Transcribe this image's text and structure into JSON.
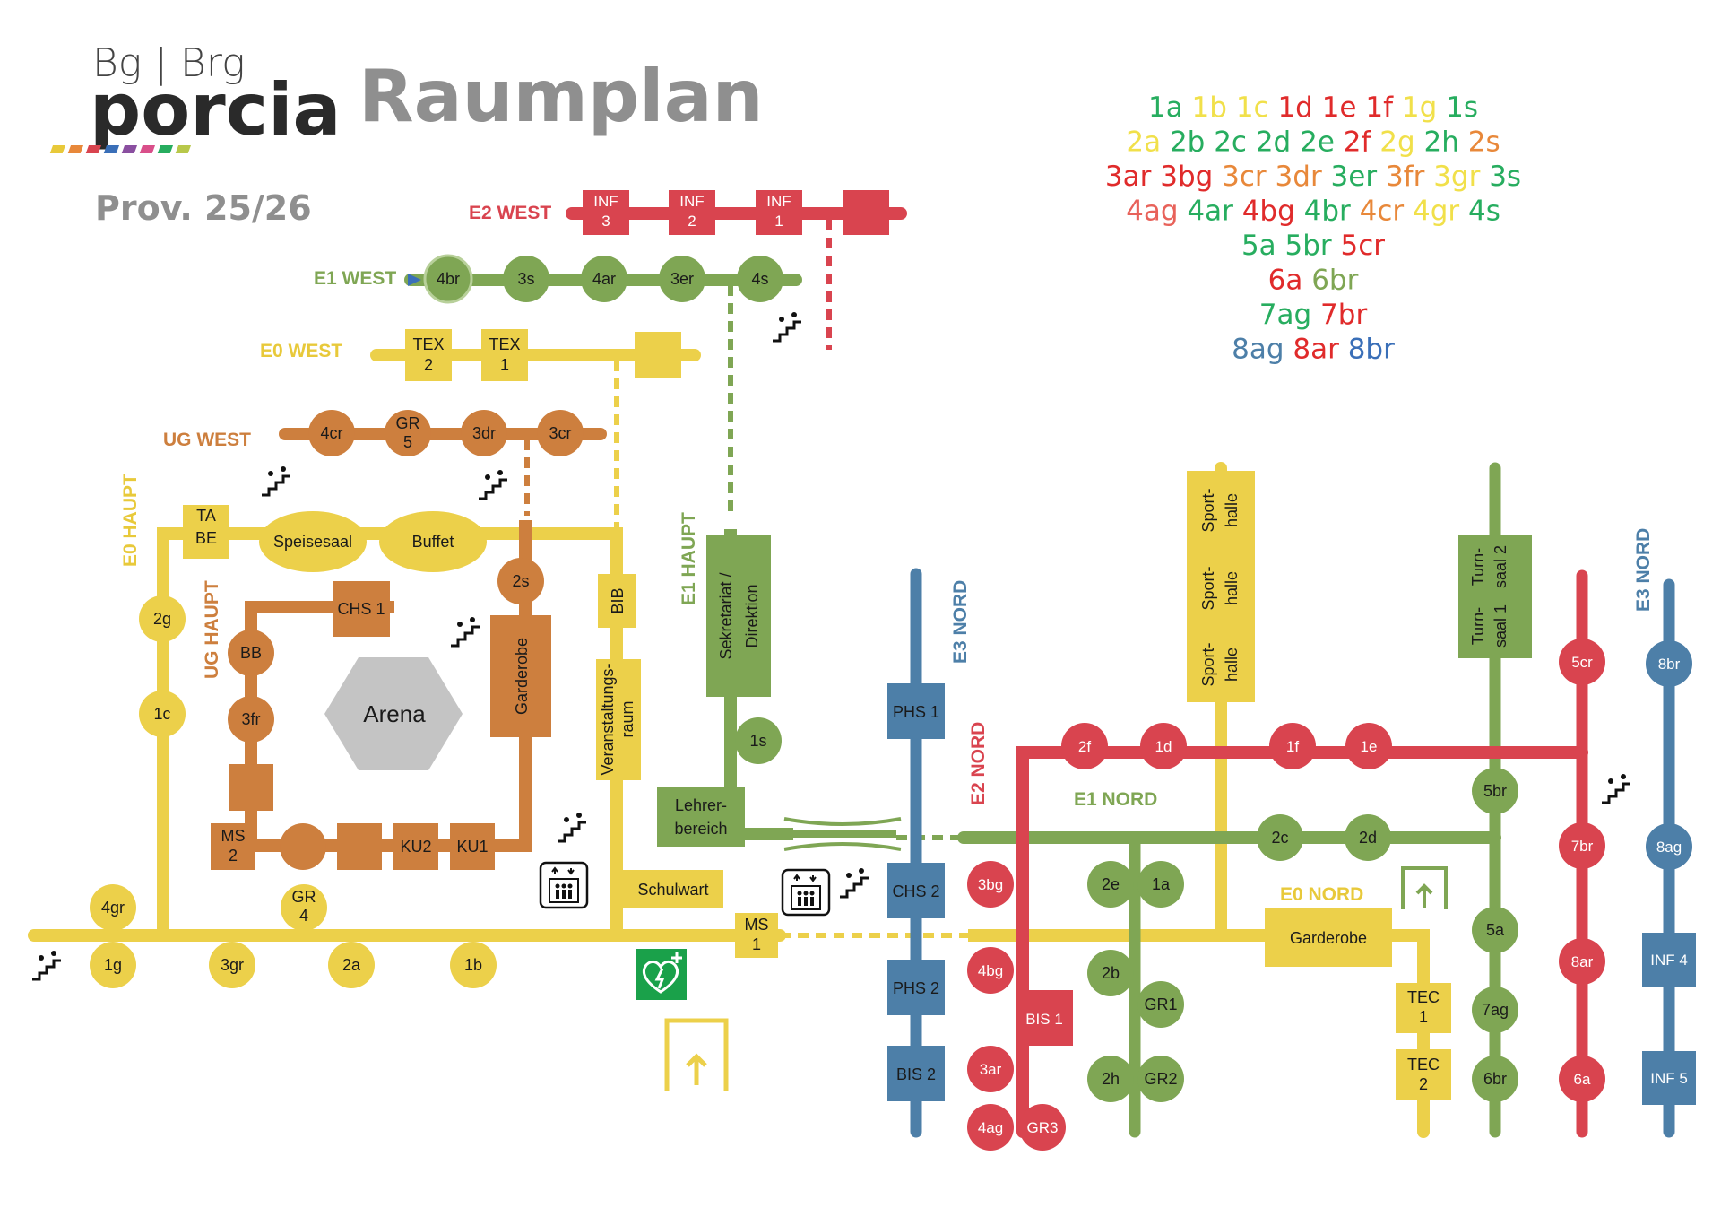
{
  "header": {
    "logo_top": "Bg | Brg",
    "logo_main": "porcia",
    "title": "Raumplan",
    "version": "Prov. 25/26"
  },
  "colors": {
    "red": "#d9444f",
    "green": "#7fa654",
    "yellow": "#ecd04a",
    "orange": "#cd7f3e",
    "blue": "#4d7fa8",
    "label_yellow": "#e8c93a",
    "label_orange": "#cd7f3e"
  },
  "lines": {
    "e2_west": "E2 WEST",
    "e1_west": "E1 WEST",
    "e0_west": "E0 WEST",
    "ug_west": "UG WEST",
    "e0_haupt": "E0 HAUPT",
    "ug_haupt": "UG HAUPT",
    "e1_haupt": "E1 HAUPT",
    "e3_nord_left": "E3 NORD",
    "e2_nord": "E2 NORD",
    "e1_nord": "E1 NORD",
    "e0_nord": "E0 NORD",
    "e3_nord_right": "E3 NORD"
  },
  "rooms": {
    "inf3_a": "INF",
    "inf3_b": "3",
    "inf2_a": "INF",
    "inf2_b": "2",
    "inf1_a": "INF",
    "inf1_b": "1",
    "r4br_w": "4br",
    "r3s": "3s",
    "r4ar": "4ar",
    "r3er": "3er",
    "r4s": "4s",
    "tex2_a": "TEX",
    "tex2_b": "2",
    "tex1_a": "TEX",
    "tex1_b": "1",
    "r4cr": "4cr",
    "gr5_a": "GR",
    "gr5_b": "5",
    "r3dr": "3dr",
    "r3cr": "3cr",
    "tabe_a": "TA",
    "tabe_b": "BE",
    "speisesaal": "Speisesaal",
    "buffet": "Buffet",
    "chs1": "CHS 1",
    "r2s": "2s",
    "garderobe_h": "Garderobe",
    "r2g": "2g",
    "r1c": "1c",
    "bb": "BB",
    "r3fr": "3fr",
    "arena": "Arena",
    "ms2_a": "MS",
    "ms2_b": "2",
    "ku2": "KU2",
    "ku1": "KU1",
    "bib": "BIB",
    "vr_a": "Veranstaltungs-",
    "vr_b": "raum",
    "sek_a": "Sekretariat /",
    "sek_b": "Direktion",
    "r1s": "1s",
    "lb_a": "Lehrer-",
    "lb_b": "bereich",
    "schulwart": "Schulwart",
    "r4gr": "4gr",
    "gr4_a": "GR",
    "gr4_b": "4",
    "r1g": "1g",
    "r3gr": "3gr",
    "r2a": "2a",
    "r1b": "1b",
    "ms1_a": "MS",
    "ms1_b": "1",
    "phs1": "PHS 1",
    "chs2": "CHS 2",
    "phs2": "PHS 2",
    "bis2": "BIS 2",
    "sh_a": "Sport-",
    "sh_b": "halle",
    "ts2_a": "Turn-",
    "ts2_b": "saal 2",
    "ts1_a": "Turn-",
    "ts1_b": "saal 1",
    "r2f": "2f",
    "r1d": "1d",
    "r1f": "1f",
    "r1e": "1e",
    "r5cr": "5cr",
    "r8br": "8br",
    "r5br": "5br",
    "r7br": "7br",
    "r8ag": "8ag",
    "r2c": "2c",
    "r2d": "2d",
    "r3bg": "3bg",
    "r2e": "2e",
    "r1a": "1a",
    "garderobe_n": "Garderobe",
    "r4bg": "4bg",
    "r2b": "2b",
    "gr1": "GR1",
    "bis1": "BIS 1",
    "tec1_a": "TEC",
    "tec1_b": "1",
    "tec2_a": "TEC",
    "tec2_b": "2",
    "r5a": "5a",
    "r7ag": "7ag",
    "r6br": "6br",
    "r8ar": "8ar",
    "r6a": "6a",
    "inf4": "INF 4",
    "inf5": "INF 5",
    "r3ar": "3ar",
    "r2h": "2h",
    "gr2": "GR2",
    "r4ag": "4ag",
    "gr3": "GR3"
  },
  "legend_rows": [
    [
      {
        "t": "1a",
        "c": "#27ad5f"
      },
      {
        "t": "1b",
        "c": "#f1e04a"
      },
      {
        "t": "1c",
        "c": "#f1e04a"
      },
      {
        "t": "1d",
        "c": "#e02b2b"
      },
      {
        "t": "1e",
        "c": "#e02b2b"
      },
      {
        "t": "1f",
        "c": "#e02b2b"
      },
      {
        "t": "1g",
        "c": "#f1e04a"
      },
      {
        "t": "1s",
        "c": "#27ad5f"
      }
    ],
    [
      {
        "t": "2a",
        "c": "#f1e04a"
      },
      {
        "t": "2b",
        "c": "#27ad5f"
      },
      {
        "t": "2c",
        "c": "#27ad5f"
      },
      {
        "t": "2d",
        "c": "#27ad5f"
      },
      {
        "t": "2e",
        "c": "#27ad5f"
      },
      {
        "t": "2f",
        "c": "#e02b2b"
      },
      {
        "t": "2g",
        "c": "#f1e04a"
      },
      {
        "t": "2h",
        "c": "#27ad5f"
      },
      {
        "t": "2s",
        "c": "#e8883a"
      }
    ],
    [
      {
        "t": "3ar",
        "c": "#e02b2b"
      },
      {
        "t": "3bg",
        "c": "#e02b2b"
      },
      {
        "t": "3cr",
        "c": "#e8883a"
      },
      {
        "t": "3dr",
        "c": "#e8883a"
      },
      {
        "t": "3er",
        "c": "#27ad5f"
      },
      {
        "t": "3fr",
        "c": "#e8883a"
      },
      {
        "t": "3gr",
        "c": "#f1e04a"
      },
      {
        "t": "3s",
        "c": "#27ad5f"
      }
    ],
    [
      {
        "t": "4ag",
        "c": "#e8625a"
      },
      {
        "t": "4ar",
        "c": "#27ad5f"
      },
      {
        "t": "4bg",
        "c": "#e02b2b"
      },
      {
        "t": "4br",
        "c": "#27ad5f"
      },
      {
        "t": "4cr",
        "c": "#e8883a"
      },
      {
        "t": "4gr",
        "c": "#f1e04a"
      },
      {
        "t": "4s",
        "c": "#27ad5f"
      }
    ],
    [
      {
        "t": "5a",
        "c": "#27ad5f"
      },
      {
        "t": "5br",
        "c": "#27ad5f"
      },
      {
        "t": "5cr",
        "c": "#e02b2b"
      }
    ],
    [
      {
        "t": "6a",
        "c": "#e02b2b"
      },
      {
        "t": "6br",
        "c": "#7fa654"
      }
    ],
    [
      {
        "t": "7ag",
        "c": "#27ad5f"
      },
      {
        "t": "7br",
        "c": "#e02b2b"
      }
    ],
    [
      {
        "t": "8ag",
        "c": "#4d7fa8"
      },
      {
        "t": "8ar",
        "c": "#e02b2b"
      },
      {
        "t": "8br",
        "c": "#3a6fb8"
      }
    ]
  ]
}
